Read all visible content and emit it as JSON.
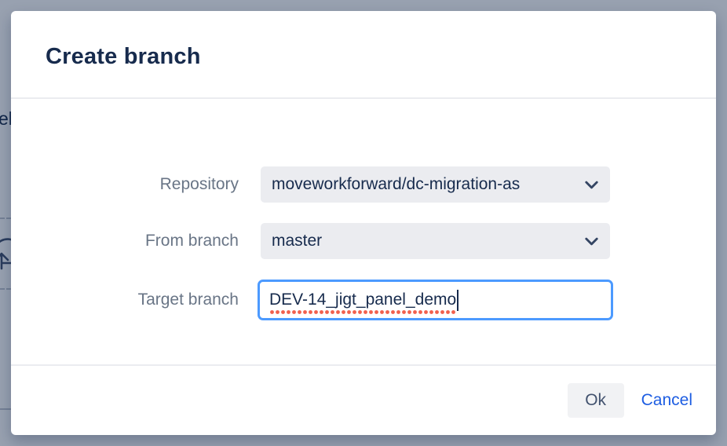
{
  "dialog": {
    "title": "Create branch",
    "fields": [
      {
        "label": "Repository",
        "type": "select",
        "value": "moveworkforward/dc-migration-as"
      },
      {
        "label": "From branch",
        "type": "select",
        "value": "master"
      },
      {
        "label": "Target branch",
        "type": "text",
        "value": "DEV-14_jigt_panel_demo"
      }
    ],
    "footer": {
      "ok": "Ok",
      "cancel": "Cancel"
    }
  },
  "background_page": {
    "clipped_text": "el"
  },
  "icons": {
    "select_chevron": "chevron-down-icon",
    "background_arrow": "curved-arrow-icon"
  },
  "colors": {
    "focus_ring": "#4C9AFF",
    "link_blue": "#1D5DE2",
    "spellcheck_red": "#F2604D",
    "title_text": "#172B4D",
    "label_text": "#697586",
    "field_background": "#EBECF0",
    "overlay": "rgba(9,30,66,0.42)"
  }
}
